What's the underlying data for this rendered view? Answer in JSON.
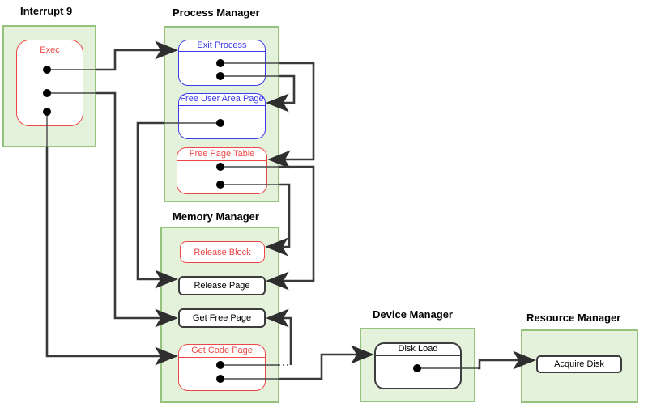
{
  "diagram": {
    "groups": [
      {
        "id": "interrupt9",
        "label": "Interrupt 9"
      },
      {
        "id": "process-manager",
        "label": "Process Manager"
      },
      {
        "id": "memory-manager",
        "label": "Memory Manager"
      },
      {
        "id": "device-manager",
        "label": "Device Manager"
      },
      {
        "id": "resource-manager",
        "label": "Resource Manager"
      }
    ],
    "nodes": [
      {
        "id": "exec",
        "label": "Exec",
        "color": "red",
        "group": "Interrupt 9",
        "ports": 3
      },
      {
        "id": "exit-process",
        "label": "Exit Process",
        "color": "blue",
        "group": "Process Manager",
        "ports": 2
      },
      {
        "id": "free-user-area-page",
        "label": "Free User Area Page",
        "color": "blue",
        "group": "Process Manager",
        "ports": 1
      },
      {
        "id": "free-page-table",
        "label": "Free Page Table",
        "color": "red",
        "group": "Process Manager",
        "ports": 2
      },
      {
        "id": "release-block",
        "label": "Release Block",
        "color": "red",
        "group": "Memory Manager",
        "ports": 0
      },
      {
        "id": "release-page",
        "label": "Release Page",
        "color": "black",
        "group": "Memory Manager",
        "ports": 0
      },
      {
        "id": "get-free-page",
        "label": "Get Free Page",
        "color": "black",
        "group": "Memory Manager",
        "ports": 0
      },
      {
        "id": "get-code-page",
        "label": "Get Code Page",
        "color": "red",
        "group": "Memory Manager",
        "ports": 2
      },
      {
        "id": "disk-load",
        "label": "Disk Load",
        "color": "black",
        "group": "Device Manager",
        "ports": 1
      },
      {
        "id": "acquire-disk",
        "label": "Acquire Disk",
        "color": "black",
        "group": "Resource Manager",
        "ports": 0
      }
    ],
    "edges": [
      {
        "from": "Exec",
        "to": "Exit Process"
      },
      {
        "from": "Exec",
        "to": "Get Free Page"
      },
      {
        "from": "Exec",
        "to": "Get Code Page"
      },
      {
        "from": "Exit Process",
        "to": "Free Page Table"
      },
      {
        "from": "Exit Process",
        "to": "Free User Area Page"
      },
      {
        "from": "Free User Area Page",
        "to": "Release Page"
      },
      {
        "from": "Free Page Table",
        "to": "Release Page"
      },
      {
        "from": "Free Page Table",
        "to": "Release Block"
      },
      {
        "from": "Get Code Page",
        "to": "Get Free Page"
      },
      {
        "from": "Get Code Page",
        "to": "Disk Load"
      },
      {
        "from": "Disk Load",
        "to": "Acquire Disk"
      }
    ],
    "colors": {
      "container_fill": "#e4f2dc",
      "container_border": "#95c27c",
      "red": "#ee4747",
      "blue": "#3b3bea",
      "black_box": "#3d3d3d",
      "connector": "#3a3a3a",
      "dot": "#000000"
    }
  }
}
